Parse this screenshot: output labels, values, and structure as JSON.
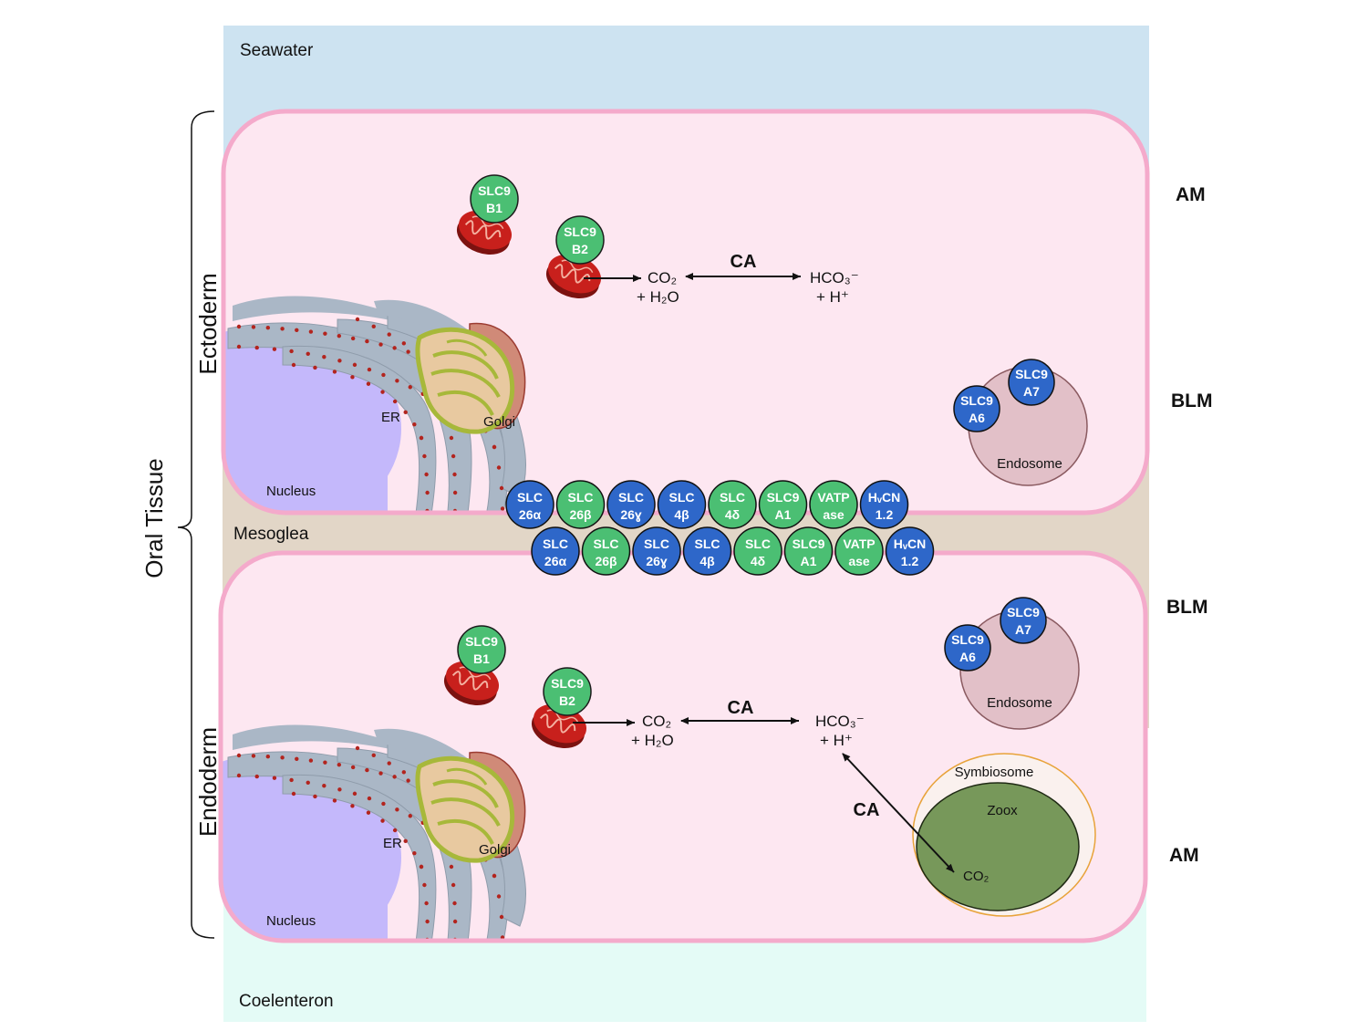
{
  "regions": {
    "seawater": "Seawater",
    "mesoglea": "Mesoglea",
    "coelenteron": "Coelenteron"
  },
  "tissue": {
    "oral": "Oral Tissue",
    "ectoderm": "Ectoderm",
    "endoderm": "Endoderm"
  },
  "membranes": {
    "ecto_top": "AM",
    "ecto_bottom": "BLM",
    "endo_top": "BLM",
    "endo_bottom": "AM"
  },
  "organelles": {
    "nucleus": "Nucleus",
    "er": "ER",
    "golgi": "Golgi",
    "endosome": "Endosome",
    "symbiosome": "Symbiosome",
    "zoox": "Zoox"
  },
  "transporters": {
    "slc9b1": [
      "SLC9",
      "B1"
    ],
    "slc9b2": [
      "SLC9",
      "B2"
    ],
    "slc9a6": [
      "SLC9",
      "A6"
    ],
    "slc9a7": [
      "SLC9",
      "A7"
    ],
    "row": [
      {
        "l1": "SLC",
        "l2": "26α",
        "color": "blue"
      },
      {
        "l1": "SLC",
        "l2": "26β",
        "color": "green"
      },
      {
        "l1": "SLC",
        "l2": "26ɣ",
        "color": "blue"
      },
      {
        "l1": "SLC",
        "l2": "4β",
        "color": "blue"
      },
      {
        "l1": "SLC",
        "l2": "4δ",
        "color": "green"
      },
      {
        "l1": "SLC9",
        "l2": "A1",
        "color": "green"
      },
      {
        "l1": "VATP",
        "l2": "ase",
        "color": "green"
      },
      {
        "l1": "HᵥCN",
        "l2": "1.2",
        "color": "blue"
      }
    ]
  },
  "reaction": {
    "co2": "CO₂",
    "h2o": "+  H₂O",
    "hco3": "HCO₃⁻",
    "h": "+  H⁺",
    "enzyme": "CA",
    "zoox_co2": "CO₂"
  },
  "colors": {
    "seawater": "#cde3f1",
    "mesoglea": "#e2d6c7",
    "coelenteron": "#e4fbf6",
    "cell_fill": "#fde7f1",
    "cell_border": "#f4aacb",
    "green": "#4bbf73",
    "blue": "#2e67c9",
    "nucleus": "#c4b8fb",
    "er": "#aab7c6",
    "mito": "#c8201c",
    "golgi_fill": "#e8c9a0",
    "golgi_edge": "#a7b83a",
    "endosome": "#e2c0c8",
    "symbiosome": "#faf1ee",
    "zoox": "#77985a"
  }
}
